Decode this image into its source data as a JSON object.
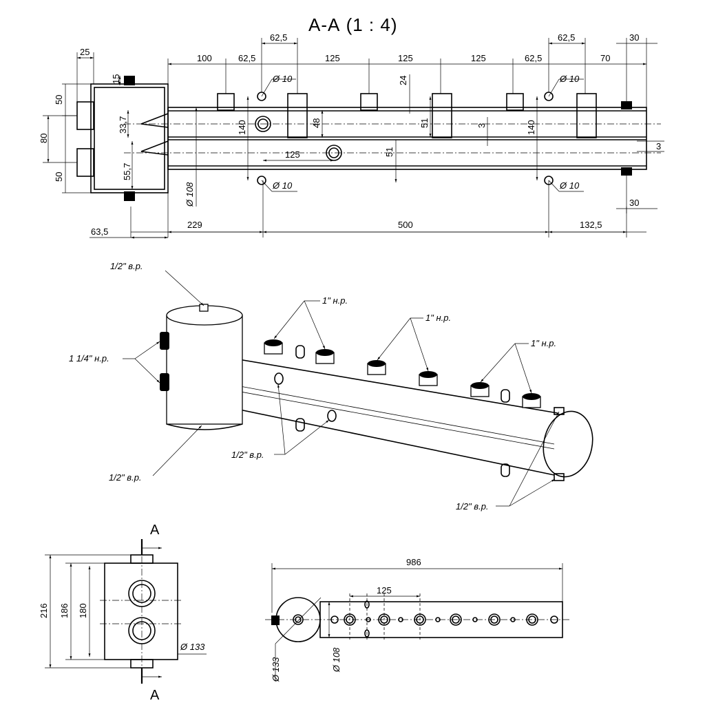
{
  "section_view": {
    "title": "А-А (1 : 4)",
    "top_dims": [
      "25",
      "100",
      "62,5",
      "62,5",
      "125",
      "125",
      "125",
      "62,5",
      "62,5",
      "70",
      "30"
    ],
    "left_dims": [
      "15",
      "50",
      "80",
      "50",
      "33,7",
      "55,7"
    ],
    "inner_dims": [
      "Ø 10",
      "Ø 10",
      "Ø 10",
      "Ø 10",
      "140",
      "140",
      "48",
      "125",
      "24",
      "51",
      "51",
      "3",
      "3"
    ],
    "pipe_diameter": "Ø 108",
    "bottom_dims": [
      "63,5",
      "229",
      "500",
      "132,5"
    ],
    "right_dim": "30"
  },
  "iso_view": {
    "labels": {
      "top_half": "1/2\" в.р.",
      "side_inch_quarter": "1 1/4\" н.р.",
      "bottom_half": "1/2\" в.р.",
      "mid_half": "1/2\" в.р.",
      "end_half": "1/2\" в.р.",
      "inch_1": "1\" н.р.",
      "inch_2": "1\" н.р.",
      "inch_3": "1\" н.р."
    }
  },
  "front_view": {
    "section_mark": "А",
    "dims": [
      "216",
      "186",
      "180"
    ],
    "diameter": "Ø 133"
  },
  "top_view": {
    "length": "986",
    "spacing": "125",
    "d_large": "Ø 133",
    "d_small": "Ø 108"
  }
}
